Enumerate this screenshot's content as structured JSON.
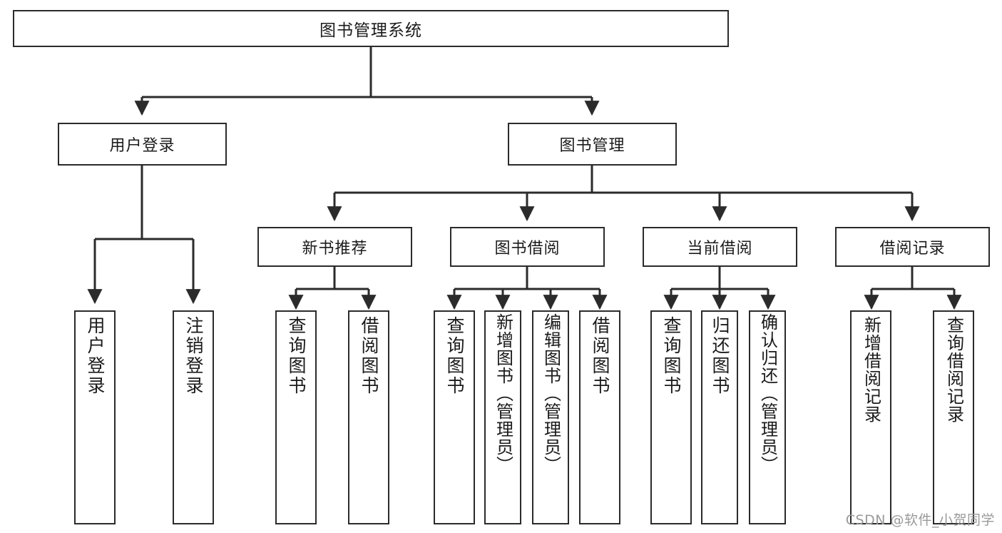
{
  "diagram": {
    "title": "图书管理系统",
    "type": "hierarchy-tree",
    "root": {
      "label": "图书管理系统"
    },
    "level1": [
      {
        "id": "user-login",
        "label": "用户登录"
      },
      {
        "id": "book-management",
        "label": "图书管理"
      }
    ],
    "level2": [
      {
        "id": "new-book-recommend",
        "label": "新书推荐",
        "parent": "book-management"
      },
      {
        "id": "book-borrow",
        "label": "图书借阅",
        "parent": "book-management"
      },
      {
        "id": "current-borrow",
        "label": "当前借阅",
        "parent": "book-management"
      },
      {
        "id": "borrow-record",
        "label": "借阅记录",
        "parent": "book-management"
      }
    ],
    "leaves": [
      {
        "id": "leaf-user-login",
        "label": "用户登录",
        "parent": "user-login"
      },
      {
        "id": "leaf-logout-login",
        "label": "注销登录",
        "parent": "user-login"
      },
      {
        "id": "leaf-query-book-1",
        "label": "查询图书",
        "parent": "new-book-recommend"
      },
      {
        "id": "leaf-borrow-book-1",
        "label": "借阅图书",
        "parent": "new-book-recommend"
      },
      {
        "id": "leaf-query-book-2",
        "label": "查询图书",
        "parent": "book-borrow"
      },
      {
        "id": "leaf-add-book",
        "label": "新增图书（管理员）",
        "parent": "book-borrow"
      },
      {
        "id": "leaf-edit-book",
        "label": "编辑图书（管理员）",
        "parent": "book-borrow"
      },
      {
        "id": "leaf-borrow-book-2",
        "label": "借阅图书",
        "parent": "book-borrow"
      },
      {
        "id": "leaf-query-book-3",
        "label": "查询图书",
        "parent": "current-borrow"
      },
      {
        "id": "leaf-return-book",
        "label": "归还图书",
        "parent": "current-borrow"
      },
      {
        "id": "leaf-confirm-return",
        "label": "确认归还（管理员）",
        "parent": "current-borrow"
      },
      {
        "id": "leaf-add-record",
        "label": "新增借阅记录",
        "parent": "borrow-record"
      },
      {
        "id": "leaf-query-record",
        "label": "查询借阅记录",
        "parent": "borrow-record"
      }
    ],
    "colors": {
      "border": "#2b2b2b",
      "background": "#ffffff",
      "text": "#1b1b1b",
      "connector": "#2b2b2b",
      "watermark": "#9a9a9a"
    }
  },
  "watermark": {
    "text": "CSDN @软件_小贺同学"
  }
}
